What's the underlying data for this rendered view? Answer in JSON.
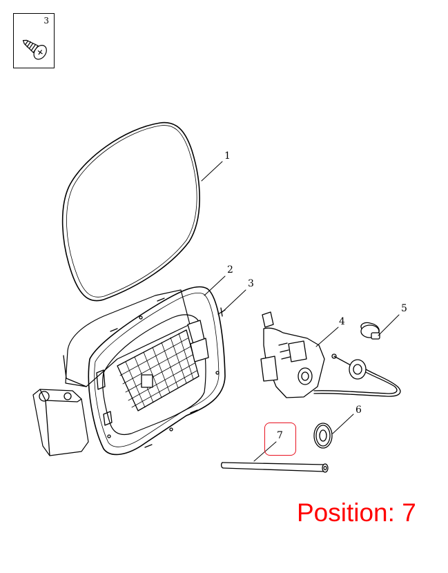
{
  "inset": {
    "part_number": "3",
    "icon": "screw-icon"
  },
  "callouts": {
    "c1": "1",
    "c2": "2",
    "c3": "3",
    "c4": "4",
    "c5": "5",
    "c6": "6",
    "c7": "7"
  },
  "highlight": {
    "part": "7",
    "color": "#e8101e"
  },
  "position_label": "Position: 7",
  "colors": {
    "line": "#000000",
    "accent": "#ff0000"
  }
}
